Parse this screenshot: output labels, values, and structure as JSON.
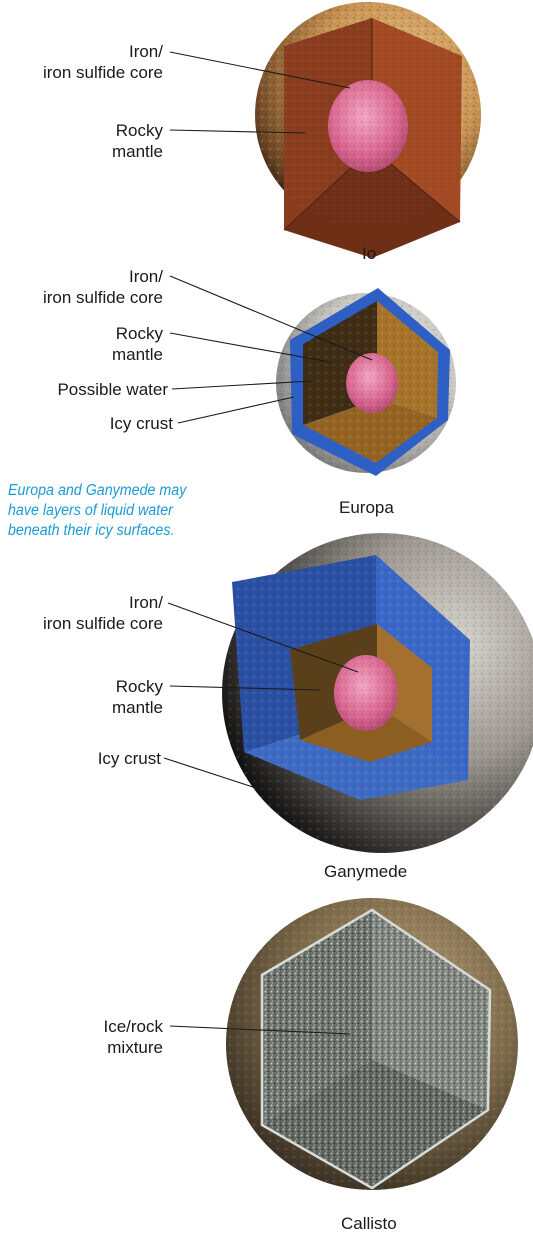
{
  "moons": [
    {
      "name": "Io",
      "labels": [
        {
          "line1": "Iron/",
          "line2": "iron sulfide core"
        },
        {
          "line1": "Rocky",
          "line2": "mantle"
        }
      ]
    },
    {
      "name": "Europa",
      "labels": [
        {
          "line1": "Iron/",
          "line2": "iron sulfide core"
        },
        {
          "line1": "Rocky",
          "line2": "mantle"
        },
        {
          "line1": "Possible water",
          "line2": ""
        },
        {
          "line1": "Icy crust",
          "line2": ""
        }
      ]
    },
    {
      "name": "Ganymede",
      "labels": [
        {
          "line1": "Iron/",
          "line2": "iron sulfide core"
        },
        {
          "line1": "Rocky",
          "line2": "mantle"
        },
        {
          "line1": "Icy crust",
          "line2": ""
        }
      ]
    },
    {
      "name": "Callisto",
      "labels": [
        {
          "line1": "Ice/rock",
          "line2": "mixture"
        }
      ]
    }
  ],
  "note": {
    "line1": "Europa and Ganymede may",
    "line2": "have layers of liquid water",
    "line3": "beneath their icy surfaces."
  },
  "colors": {
    "core": "#d9668f",
    "rocky_mantle": "#9a6a24",
    "io_mantle": "#8a3c1e",
    "water": "#2e5fc4",
    "icy_crust": "#c9cfd4",
    "callisto_mix": "#6f756e",
    "note_text": "#1a9ad6"
  }
}
